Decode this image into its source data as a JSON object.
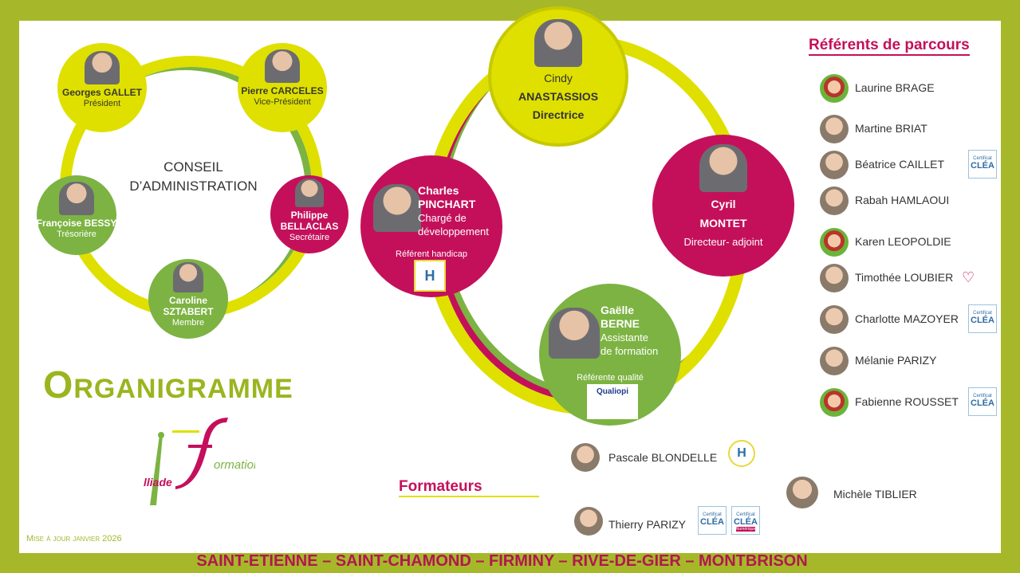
{
  "title": "Organigramme",
  "update": "Mise à jour janvier 2026",
  "footer": "SAINT-ETIENNE – SAINT-CHAMOND – FIRMINY – RIVE-DE-GIER – MONTBRISON",
  "logo": {
    "text1": "lliade",
    "text2": "ormation"
  },
  "conseil": {
    "title1": "CONSEIL",
    "title2": "D’ADMINISTRATION",
    "members": [
      {
        "name": "Georges GALLET",
        "role": "Président"
      },
      {
        "name": "Pierre CARCELES",
        "role": "Vice-Président"
      },
      {
        "name": "Françoise BESSY",
        "role": "Trésorière"
      },
      {
        "name1": "Philippe",
        "name2": "BELLACLAS",
        "role": "Secrétaire"
      },
      {
        "name1": "Caroline",
        "name2": "SZTABERT",
        "role": "Membre"
      }
    ]
  },
  "equipe": {
    "cindy": {
      "first": "Cindy",
      "last": "ANASTASSIOS",
      "role": "Directrice"
    },
    "cyril": {
      "first": "Cyril",
      "last": "MONTET",
      "role": "Directeur- adjoint"
    },
    "charles": {
      "first": "Charles",
      "last": "PINCHART",
      "role1": "Chargé de",
      "role2": "développement",
      "extra": "Référent handicap"
    },
    "gaelle": {
      "first": "Gaëlle",
      "last": "BERNE",
      "role1": "Assistante",
      "role2": "de formation",
      "extra": "Référente qualité",
      "badge": "Qualiopi"
    }
  },
  "referents": {
    "title": "Référents de parcours",
    "items": [
      "Laurine BRAGE",
      "Martine BRIAT",
      "Béatrice CAILLET",
      "Rabah HAMLAOUI",
      "Karen LEOPOLDIE",
      "Timothée LOUBIER",
      "Charlotte MAZOYER",
      "Mélanie PARIZY",
      "Fabienne ROUSSET"
    ]
  },
  "formateurs": {
    "title": "Formateurs",
    "items": [
      "Pascale BLONDELLE",
      "Thierry PARIZY",
      "Michèle TIBLIER"
    ]
  },
  "cert": {
    "top": "Certificat",
    "main": "CLÉA",
    "num": "Numérique"
  },
  "colors": {
    "frame": "#a6b82a",
    "yellow": "#dfe000",
    "green": "#7cb342",
    "magenta": "#c4105a"
  }
}
